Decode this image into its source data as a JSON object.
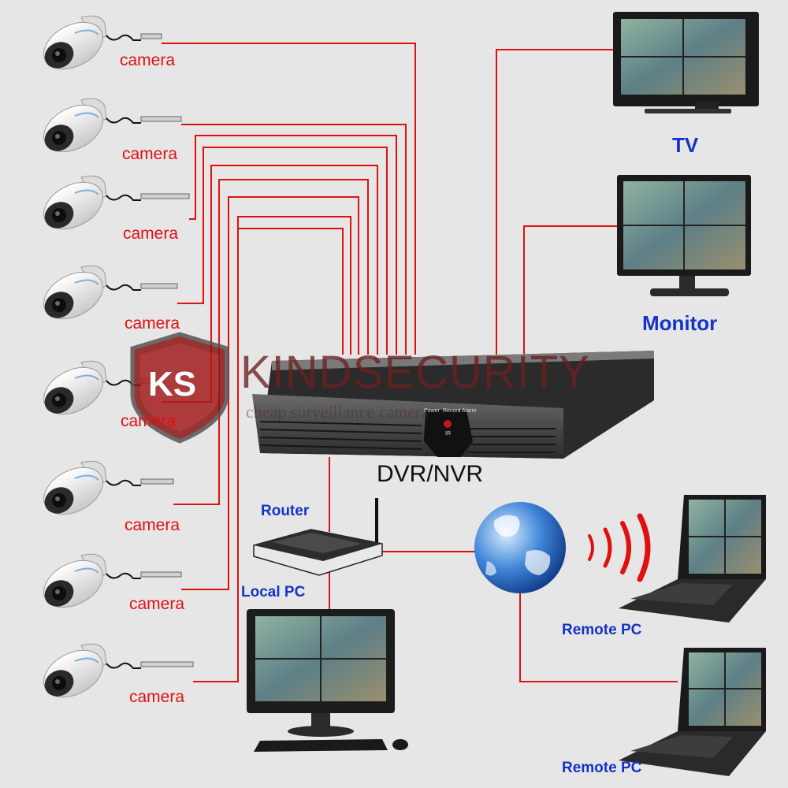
{
  "cameras": [
    {
      "label": "camera"
    },
    {
      "label": "camera"
    },
    {
      "label": "camera"
    },
    {
      "label": "camera"
    },
    {
      "label": "camera"
    },
    {
      "label": "camera"
    },
    {
      "label": "camera"
    },
    {
      "label": "camera"
    }
  ],
  "devices": {
    "dvr": "DVR/NVR",
    "tv": "TV",
    "monitor": "Monitor",
    "router": "Router",
    "local_pc": "Local PC",
    "remote_pc_1": "Remote PC",
    "remote_pc_2": "Remote PC"
  },
  "nvr_panel": {
    "power": "Power",
    "record": "Record",
    "alarm": "Alarm",
    "ir": "IR"
  },
  "watermark": {
    "logo": "KS",
    "brand": "KINDSECURITY",
    "tagline": "cheap surveillance camera"
  },
  "colors": {
    "wire": "#e01010",
    "label_blue": "#1433c8",
    "background": "#e6e6e6"
  }
}
